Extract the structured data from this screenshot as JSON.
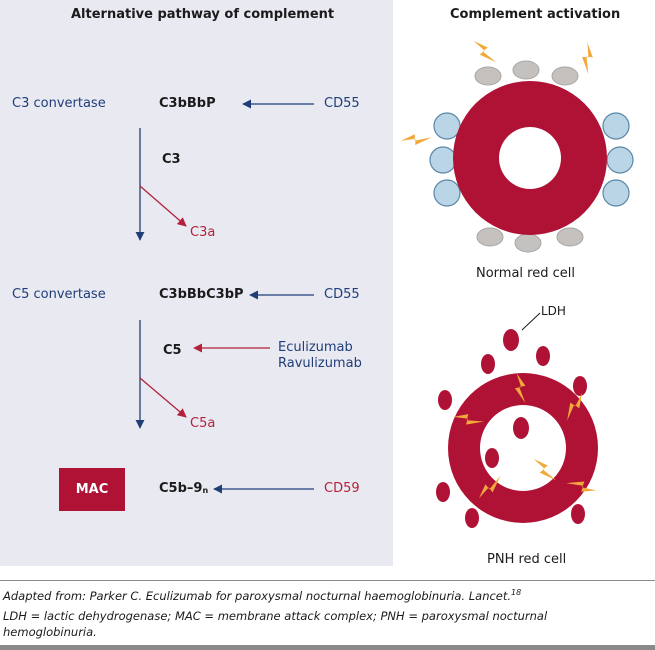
{
  "left_panel": {
    "title": "Alternative pathway of complement",
    "c3_convertase_label": "C3 convertase",
    "c3bbbp": "C3bBbP",
    "cd55_top": "CD55",
    "c3": "C3",
    "c3a": "C3a",
    "c5_convertase_label": "C5 convertase",
    "c3bbbc3bp": "C3bBbC3bP",
    "cd55_mid": "CD55",
    "c5": "C5",
    "eculizumab": "Eculizumab",
    "ravulizumab": "Ravulizumab",
    "c5a": "C5a",
    "mac": "MAC",
    "c5b9_main": "C5b–9",
    "c5b9_sub": "n",
    "cd59": "CD59"
  },
  "right_panel": {
    "title": "Complement activation",
    "normal_label": "Normal red cell",
    "ldh_label": "LDH",
    "pnh_label": "PNH red cell"
  },
  "footer": {
    "citation": "Adapted from: Parker C. Eculizumab for paroxysmal nocturnal haemoglobinuria. Lancet.",
    "citation_ref": "18",
    "abbreviations_line1": "LDH = lactic dehydrogenase; MAC = membrane attack complex; PNH = paroxysmal nocturnal",
    "abbreviations_line2": "hemoglobinuria."
  },
  "colors": {
    "panel_bg": "#e9e9f2",
    "navy": "#1f3e77",
    "crimson": "#b01236",
    "bolt": "#f2a93b",
    "blue_receptor": "#b9d5e6",
    "gray_receptor": "#c4c1bf"
  }
}
